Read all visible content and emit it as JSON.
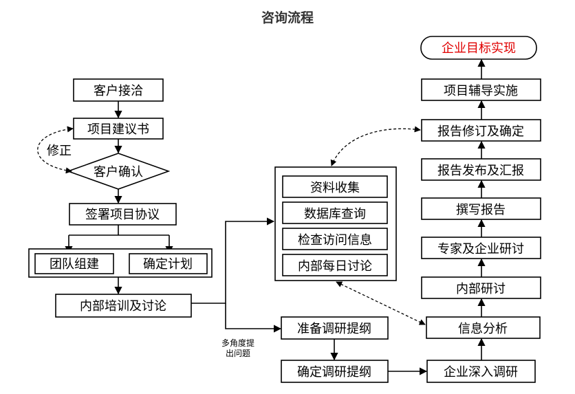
{
  "title": "咨询流程",
  "left_column": {
    "client_reception": "客户接洽",
    "project_proposal": "项目建议书",
    "revise": "修正",
    "client_confirm": "客户确认",
    "sign_agreement": "签署项目协议",
    "team_building": "团队组建",
    "confirm_plan": "确定计划",
    "internal_training": "内部培训及讨论"
  },
  "middle_column": {
    "research_items": [
      "资料收集",
      "数据库查询",
      "检查访问信息",
      "内部每日讨论"
    ],
    "prepare_outline": "准备调研提纲",
    "multi_angle_note_line1": "多角度提",
    "multi_angle_note_line2": "出问题",
    "confirm_outline": "确定调研提纲"
  },
  "right_column": {
    "goal": "企业目标实现",
    "project_guidance": "项目辅导实施",
    "report_revision": "报告修订及确定",
    "report_release": "报告发布及汇报",
    "write_report": "撰写报告",
    "expert_research": "专家及企业研讨",
    "internal_research": "内部研讨",
    "info_analysis": "信息分析",
    "deep_research": "企业深入调研"
  },
  "colors": {
    "goal_text": "#e00000",
    "line": "#000000"
  }
}
